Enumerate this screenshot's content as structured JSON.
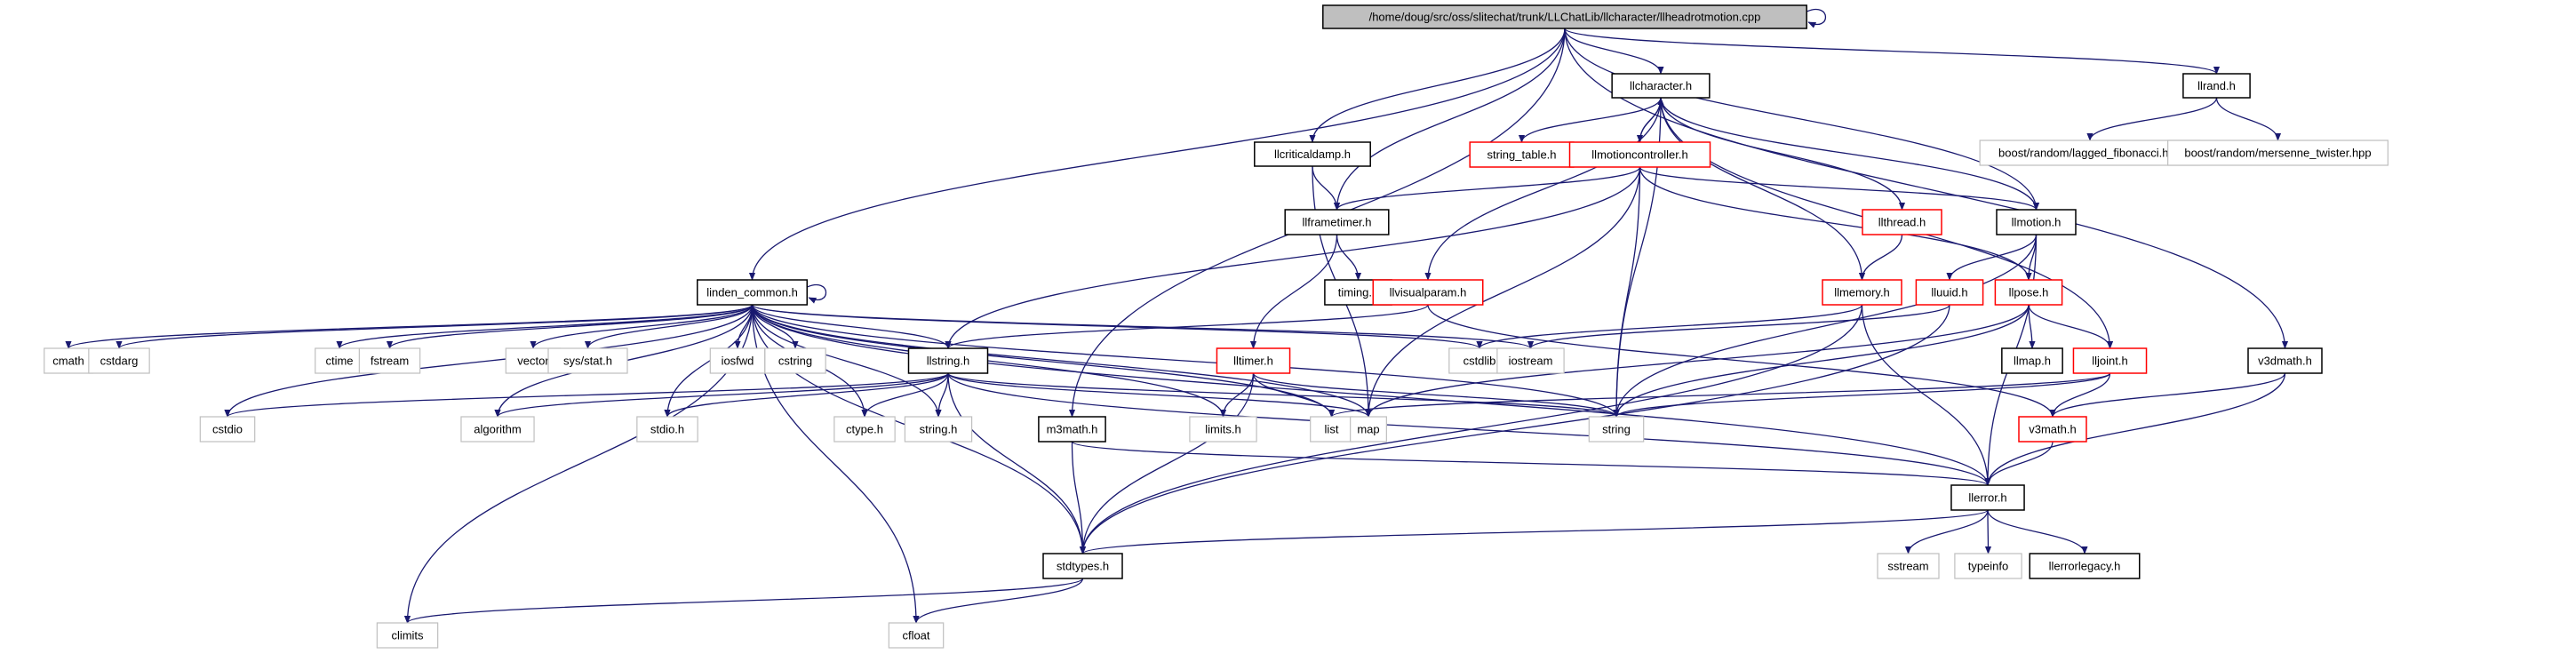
{
  "diagram": {
    "title": "Include dependency graph for llheadrotmotion.cpp",
    "colors": {
      "edge": "#191970",
      "root_fill": "#bfbfbf",
      "documented_border": "#000000",
      "truncated_border": "#ff0000",
      "external_border": "#bfbfbf"
    },
    "nodes": [
      {
        "id": "root",
        "label": "/home/doug/src/oss/slitechat/trunk/LLChatLib/llcharacter/llheadrotmotion.cpp",
        "kind": "root"
      },
      {
        "id": "llcharacter",
        "label": "llcharacter.h",
        "kind": "documented"
      },
      {
        "id": "llrand",
        "label": "llrand.h",
        "kind": "documented"
      },
      {
        "id": "lagged",
        "label": "boost/random/lagged_fibonacci.hpp",
        "kind": "external"
      },
      {
        "id": "mersenne",
        "label": "boost/random/mersenne_twister.hpp",
        "kind": "external"
      },
      {
        "id": "llcriticaldamp",
        "label": "llcriticaldamp.h",
        "kind": "documented"
      },
      {
        "id": "string_table",
        "label": "string_table.h",
        "kind": "truncated"
      },
      {
        "id": "llmotioncontroller",
        "label": "llmotioncontroller.h",
        "kind": "truncated"
      },
      {
        "id": "llframetimer",
        "label": "llframetimer.h",
        "kind": "documented"
      },
      {
        "id": "llthread",
        "label": "llthread.h",
        "kind": "truncated"
      },
      {
        "id": "llmotion",
        "label": "llmotion.h",
        "kind": "documented"
      },
      {
        "id": "timing",
        "label": "timing.h",
        "kind": "documented"
      },
      {
        "id": "llvisualparam",
        "label": "llvisualparam.h",
        "kind": "truncated"
      },
      {
        "id": "llmemory",
        "label": "llmemory.h",
        "kind": "truncated"
      },
      {
        "id": "lluuid",
        "label": "lluuid.h",
        "kind": "truncated"
      },
      {
        "id": "llpose",
        "label": "llpose.h",
        "kind": "truncated"
      },
      {
        "id": "linden_common",
        "label": "linden_common.h",
        "kind": "documented"
      },
      {
        "id": "cmath",
        "label": "cmath",
        "kind": "external"
      },
      {
        "id": "cstdarg",
        "label": "cstdarg",
        "kind": "external"
      },
      {
        "id": "ctime",
        "label": "ctime",
        "kind": "external"
      },
      {
        "id": "fstream",
        "label": "fstream",
        "kind": "external"
      },
      {
        "id": "vector",
        "label": "vector",
        "kind": "external"
      },
      {
        "id": "sysstat",
        "label": "sys/stat.h",
        "kind": "external"
      },
      {
        "id": "iosfwd",
        "label": "iosfwd",
        "kind": "external"
      },
      {
        "id": "cstring",
        "label": "cstring",
        "kind": "external"
      },
      {
        "id": "llstring",
        "label": "llstring.h",
        "kind": "documented"
      },
      {
        "id": "lltimer",
        "label": "lltimer.h",
        "kind": "truncated"
      },
      {
        "id": "cstdlib",
        "label": "cstdlib",
        "kind": "external"
      },
      {
        "id": "iostream",
        "label": "iostream",
        "kind": "external"
      },
      {
        "id": "llmap",
        "label": "llmap.h",
        "kind": "documented"
      },
      {
        "id": "lljoint",
        "label": "lljoint.h",
        "kind": "truncated"
      },
      {
        "id": "v3dmath",
        "label": "v3dmath.h",
        "kind": "documented"
      },
      {
        "id": "cstdio",
        "label": "cstdio",
        "kind": "external"
      },
      {
        "id": "algorithm",
        "label": "algorithm",
        "kind": "external"
      },
      {
        "id": "stdioh",
        "label": "stdio.h",
        "kind": "external"
      },
      {
        "id": "ctype",
        "label": "ctype.h",
        "kind": "external"
      },
      {
        "id": "stringh",
        "label": "string.h",
        "kind": "external"
      },
      {
        "id": "m3math",
        "label": "m3math.h",
        "kind": "documented"
      },
      {
        "id": "limits",
        "label": "limits.h",
        "kind": "external"
      },
      {
        "id": "list",
        "label": "list",
        "kind": "external"
      },
      {
        "id": "map",
        "label": "map",
        "kind": "external"
      },
      {
        "id": "string",
        "label": "string",
        "kind": "external"
      },
      {
        "id": "v3math",
        "label": "v3math.h",
        "kind": "truncated"
      },
      {
        "id": "llerror",
        "label": "llerror.h",
        "kind": "documented"
      },
      {
        "id": "stdtypes",
        "label": "stdtypes.h",
        "kind": "documented"
      },
      {
        "id": "sstream",
        "label": "sstream",
        "kind": "external"
      },
      {
        "id": "typeinfo",
        "label": "typeinfo",
        "kind": "external"
      },
      {
        "id": "llerrorlegacy",
        "label": "llerrorlegacy.h",
        "kind": "documented"
      },
      {
        "id": "climits",
        "label": "climits",
        "kind": "external"
      },
      {
        "id": "cfloat",
        "label": "cfloat",
        "kind": "external"
      }
    ],
    "edges": [
      [
        "root",
        "root"
      ],
      [
        "root",
        "linden_common"
      ],
      [
        "root",
        "llcriticaldamp"
      ],
      [
        "root",
        "m3math"
      ],
      [
        "root",
        "llframetimer"
      ],
      [
        "root",
        "llcharacter"
      ],
      [
        "root",
        "llmotion"
      ],
      [
        "root",
        "llrand"
      ],
      [
        "root",
        "v3dmath"
      ],
      [
        "llrand",
        "lagged"
      ],
      [
        "llrand",
        "mersenne"
      ],
      [
        "llcharacter",
        "string_table"
      ],
      [
        "llcharacter",
        "llmotioncontroller"
      ],
      [
        "llmotioncontroller",
        "llcharacter"
      ],
      [
        "llcharacter",
        "llvisualparam"
      ],
      [
        "llcharacter",
        "llthread"
      ],
      [
        "llcharacter",
        "llmemory"
      ],
      [
        "llcharacter",
        "llmotion"
      ],
      [
        "llcharacter",
        "lljoint"
      ],
      [
        "llcharacter",
        "string"
      ],
      [
        "llcriticaldamp",
        "llframetimer"
      ],
      [
        "llcriticaldamp",
        "map"
      ],
      [
        "llmotioncontroller",
        "llframetimer"
      ],
      [
        "llmotioncontroller",
        "llmotion"
      ],
      [
        "llmotioncontroller",
        "llpose"
      ],
      [
        "llmotioncontroller",
        "llstring"
      ],
      [
        "llmotioncontroller",
        "map"
      ],
      [
        "llmotioncontroller",
        "string"
      ],
      [
        "llframetimer",
        "timing"
      ],
      [
        "llframetimer",
        "lltimer"
      ],
      [
        "llthread",
        "llmemory"
      ],
      [
        "llmotion",
        "lluuid"
      ],
      [
        "llmotion",
        "llpose"
      ],
      [
        "llmotion",
        "llerror"
      ],
      [
        "llmotion",
        "string"
      ],
      [
        "llvisualparam",
        "llstring"
      ],
      [
        "llvisualparam",
        "v3math"
      ],
      [
        "llmemory",
        "cstdlib"
      ],
      [
        "llmemory",
        "stdtypes"
      ],
      [
        "llmemory",
        "llerror"
      ],
      [
        "lluuid",
        "iostream"
      ],
      [
        "lluuid",
        "stdtypes"
      ],
      [
        "llpose",
        "llmap"
      ],
      [
        "llpose",
        "lljoint"
      ],
      [
        "llpose",
        "map"
      ],
      [
        "llpose",
        "string"
      ],
      [
        "lljoint",
        "list"
      ],
      [
        "lljoint",
        "string"
      ],
      [
        "lljoint",
        "v3math"
      ],
      [
        "v3dmath",
        "v3math"
      ],
      [
        "v3dmath",
        "llerror"
      ],
      [
        "v3math",
        "llerror"
      ],
      [
        "linden_common",
        "linden_common"
      ],
      [
        "linden_common",
        "cmath"
      ],
      [
        "linden_common",
        "cstdarg"
      ],
      [
        "linden_common",
        "ctime"
      ],
      [
        "linden_common",
        "fstream"
      ],
      [
        "linden_common",
        "vector"
      ],
      [
        "linden_common",
        "sysstat"
      ],
      [
        "linden_common",
        "iosfwd"
      ],
      [
        "linden_common",
        "cstring"
      ],
      [
        "linden_common",
        "llstring"
      ],
      [
        "linden_common",
        "cstdio"
      ],
      [
        "linden_common",
        "algorithm"
      ],
      [
        "linden_common",
        "stdioh"
      ],
      [
        "linden_common",
        "ctype"
      ],
      [
        "linden_common",
        "stringh"
      ],
      [
        "linden_common",
        "limits"
      ],
      [
        "linden_common",
        "list"
      ],
      [
        "linden_common",
        "map"
      ],
      [
        "linden_common",
        "string"
      ],
      [
        "linden_common",
        "cstdlib"
      ],
      [
        "linden_common",
        "iostream"
      ],
      [
        "linden_common",
        "climits"
      ],
      [
        "linden_common",
        "cfloat"
      ],
      [
        "linden_common",
        "stdtypes"
      ],
      [
        "linden_common",
        "llerror"
      ],
      [
        "llstring",
        "cstdio"
      ],
      [
        "llstring",
        "algorithm"
      ],
      [
        "llstring",
        "stdioh"
      ],
      [
        "llstring",
        "ctype"
      ],
      [
        "llstring",
        "stringh"
      ],
      [
        "llstring",
        "map"
      ],
      [
        "llstring",
        "string"
      ],
      [
        "llstring",
        "stdtypes"
      ],
      [
        "llstring",
        "llerror"
      ],
      [
        "lltimer",
        "limits"
      ],
      [
        "lltimer",
        "list"
      ],
      [
        "lltimer",
        "stdtypes"
      ],
      [
        "lltimer",
        "string"
      ],
      [
        "m3math",
        "stdtypes"
      ],
      [
        "m3math",
        "llerror"
      ],
      [
        "llerror",
        "sstream"
      ],
      [
        "llerror",
        "typeinfo"
      ],
      [
        "llerror",
        "llerrorlegacy"
      ],
      [
        "llerror",
        "stdtypes"
      ],
      [
        "stdtypes",
        "climits"
      ],
      [
        "stdtypes",
        "cfloat"
      ]
    ]
  }
}
